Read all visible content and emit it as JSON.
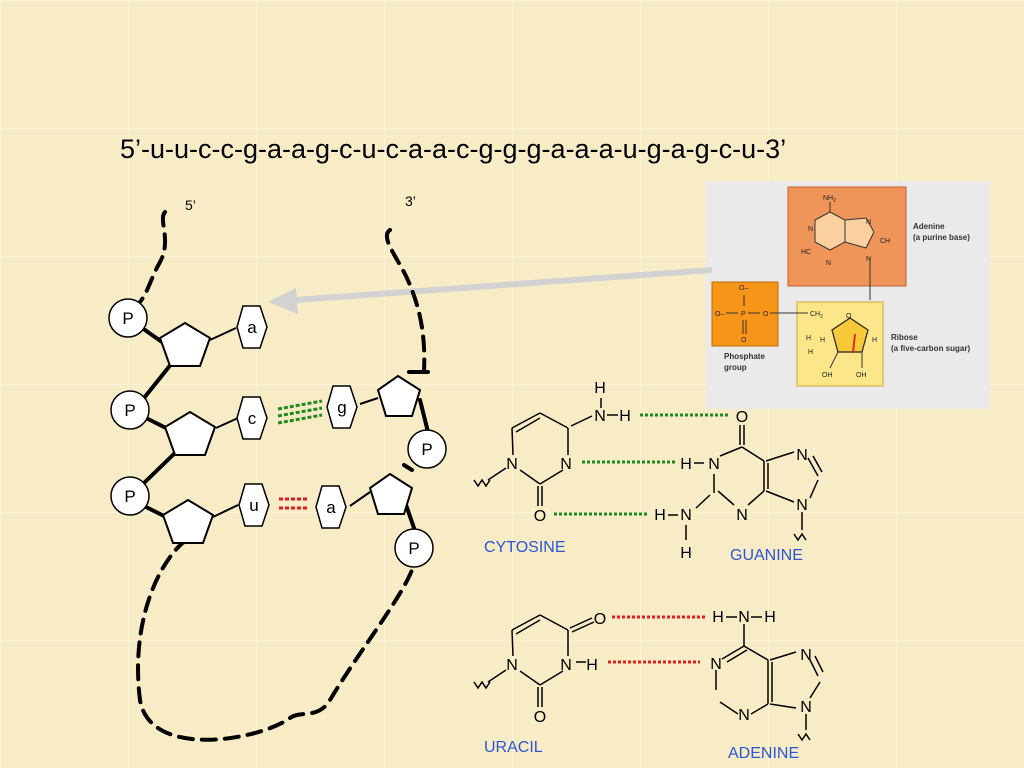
{
  "sequence": "5’-u-u-c-c-g-a-a-g-c-u-c-a-a-c-g-g-g-a-a-a-u-g-a-g-c-u-3’",
  "strand": {
    "end5_label": "5’",
    "end3_label": "3’",
    "phosphate_label": "P",
    "bases": {
      "a_top": "a",
      "c": "c",
      "g": "g",
      "u": "u",
      "a_bottom": "a"
    }
  },
  "inset": {
    "base_name": "Adenine",
    "base_desc": "(a purine base)",
    "sugar_name": "Ribose",
    "sugar_desc": "(a five-carbon sugar)",
    "phosphate_name": "Phosphate",
    "phosphate_desc": "group",
    "atoms": {
      "nh2": "NH",
      "nh2_sub": "2",
      "n": "N",
      "ch": "CH",
      "hc": "HC",
      "o": "O",
      "o_minus": "O–",
      "p": "P",
      "ch2": "CH",
      "ch2_sub": "2",
      "h": "H",
      "oh": "OH"
    }
  },
  "molecules": {
    "cytosine": "CYTOSINE",
    "guanine": "GUANINE",
    "uracil": "URACIL",
    "adenine": "ADENINE"
  },
  "atoms": {
    "n": "N",
    "o": "O",
    "h": "H"
  },
  "colors": {
    "background": "#f8ecc6",
    "gc_bond": "#1e8a1e",
    "au_bond": "#e02020",
    "label_blue": "#2a55d6",
    "inset_base": "#f0955a",
    "inset_phosphate": "#f79518",
    "inset_sugar": "#fbe78a",
    "pentagon": "#ffffff"
  }
}
